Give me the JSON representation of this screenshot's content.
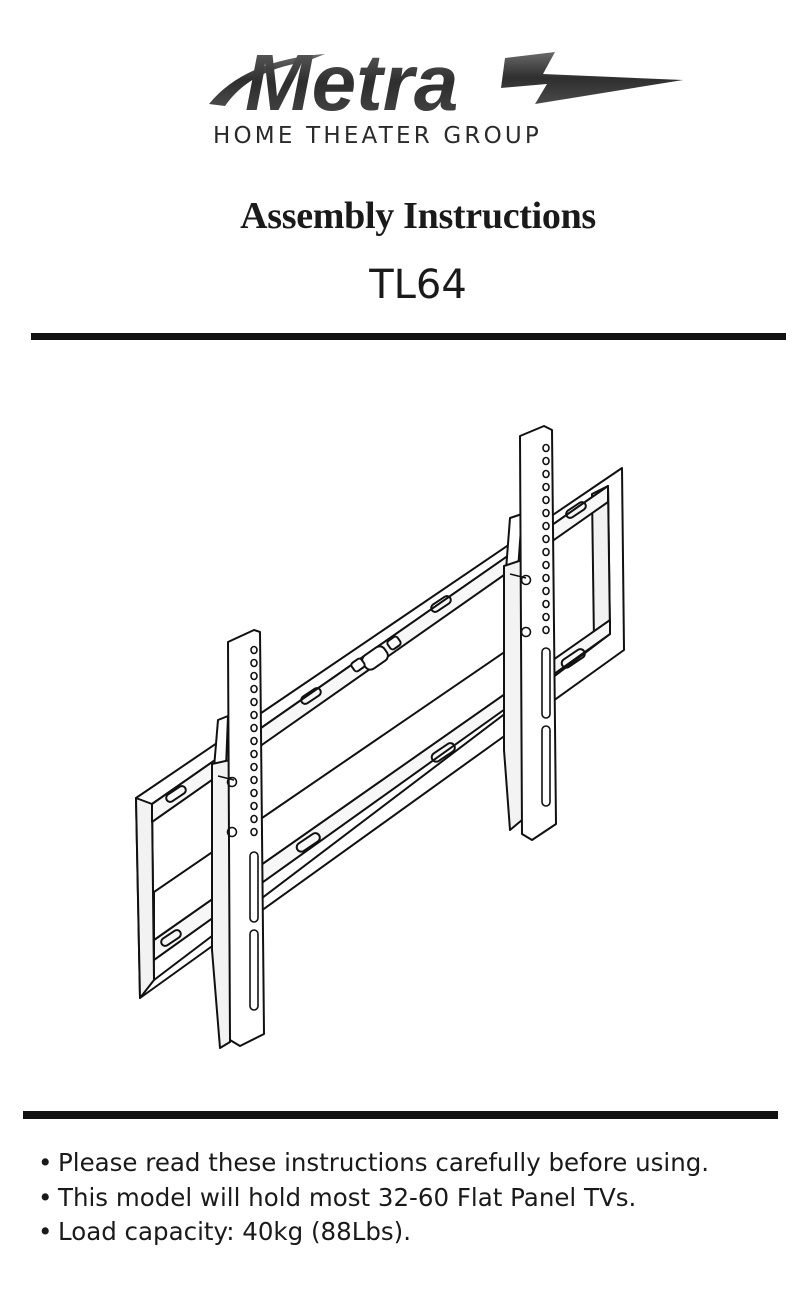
{
  "brand": {
    "logo_word": "Metra",
    "logo_subtitle": "HOME THEATER GROUP",
    "logo_color": "#3a3a3a"
  },
  "document": {
    "title": "Assembly Instructions",
    "model": "TL64"
  },
  "figure": {
    "icon": "tilting-wall-mount-illustration"
  },
  "notes": {
    "items": [
      "Please read these instructions carefully before using.",
      "This model will hold most 32-60 Flat Panel TVs.",
      "Load capacity: 40kg (88Lbs)."
    ]
  }
}
